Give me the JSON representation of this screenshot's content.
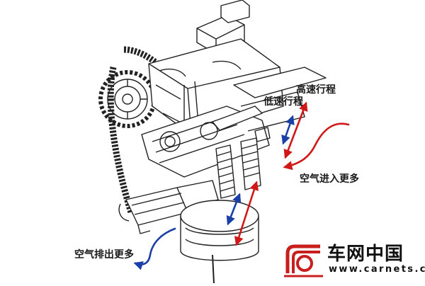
{
  "labels": {
    "high_speed_stroke": "高速行程",
    "low_speed_stroke": "低速行程",
    "more_air_intake": "空气进入更多",
    "more_air_exhaust": "空气排出更多"
  },
  "watermark": {
    "brand": "车网中国",
    "url": "www.carnets.cn"
  },
  "colors": {
    "intake_arrow": "#d01818",
    "exhaust_arrow": "#1a3fa6",
    "line_art": "#222222",
    "logo_red": "#c81e1e"
  }
}
